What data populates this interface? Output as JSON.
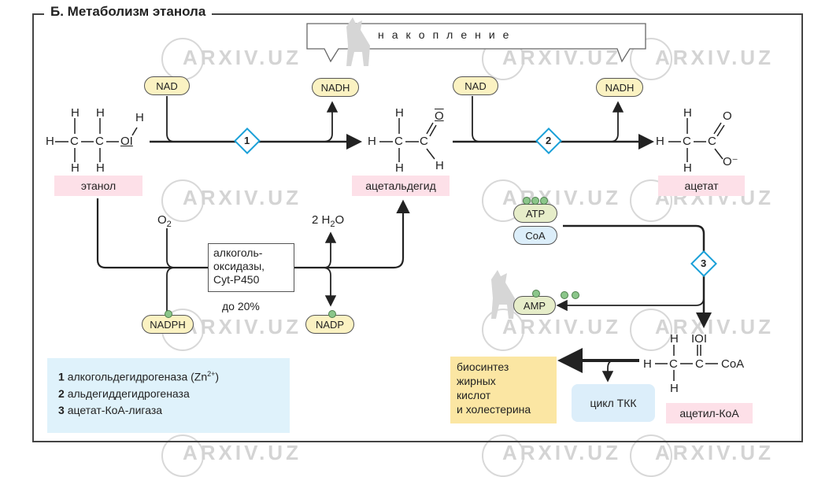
{
  "title": "Б. Метаболизм этанола",
  "accumulation": "накопление",
  "watermark": "ARXIV.UZ",
  "publisher_logo": "ЛАНЬ",
  "cofactors": {
    "nad_1": "NAD",
    "nadh_1": "NADH",
    "nad_2": "NAD",
    "nadh_2": "NADH",
    "atp": "ATP",
    "coa": "CoA",
    "amp": "AMP",
    "nadph": "NADPH",
    "nadp": "NADP"
  },
  "compounds": {
    "ethanol": "этанол",
    "acetaldehyde": "ацетальдегид",
    "acetate": "ацетат",
    "acetyl_coa": "ацетил-КоА"
  },
  "steps": {
    "s1": "1",
    "s2": "2",
    "s3": "3"
  },
  "oxidase": {
    "line1": "алкоголь-",
    "line2": "оксидазы,",
    "line3": "Cyt-P450",
    "share": "до 20%",
    "o2": "O",
    "o2_sub": "2",
    "water_coef": "2 H",
    "water_sub": "2",
    "water_end": "O"
  },
  "legend": [
    {
      "num": "1",
      "text": "алкогольдегидрогеназа (Zn",
      "sup": "2+",
      "end": ")"
    },
    {
      "num": "2",
      "text": "альдегиддегидрогеназа",
      "sup": "",
      "end": ""
    },
    {
      "num": "3",
      "text": "ацетат-КоА-лигаза",
      "sup": "",
      "end": ""
    }
  ],
  "biosynthesis": [
    "биосинтез",
    "жирных",
    "кислот",
    "и холестерина"
  ],
  "tca_cycle": "цикл ТКК",
  "atoms": {
    "H": "H",
    "C": "C",
    "O": "O",
    "OI": "OI",
    "IOI": "IOI",
    "Ominus": "O⁻",
    "CoA": "CoA"
  },
  "colors": {
    "pink_label": "#fde0e8",
    "yellow_pill": "#fbf2c2",
    "blue_pill": "#dceefa",
    "legend_bg": "#dff2fb",
    "biosynthesis_bg": "#fbe6a3",
    "diamond_stroke": "#1aa0d8",
    "dot_green": "#8bc68a"
  }
}
